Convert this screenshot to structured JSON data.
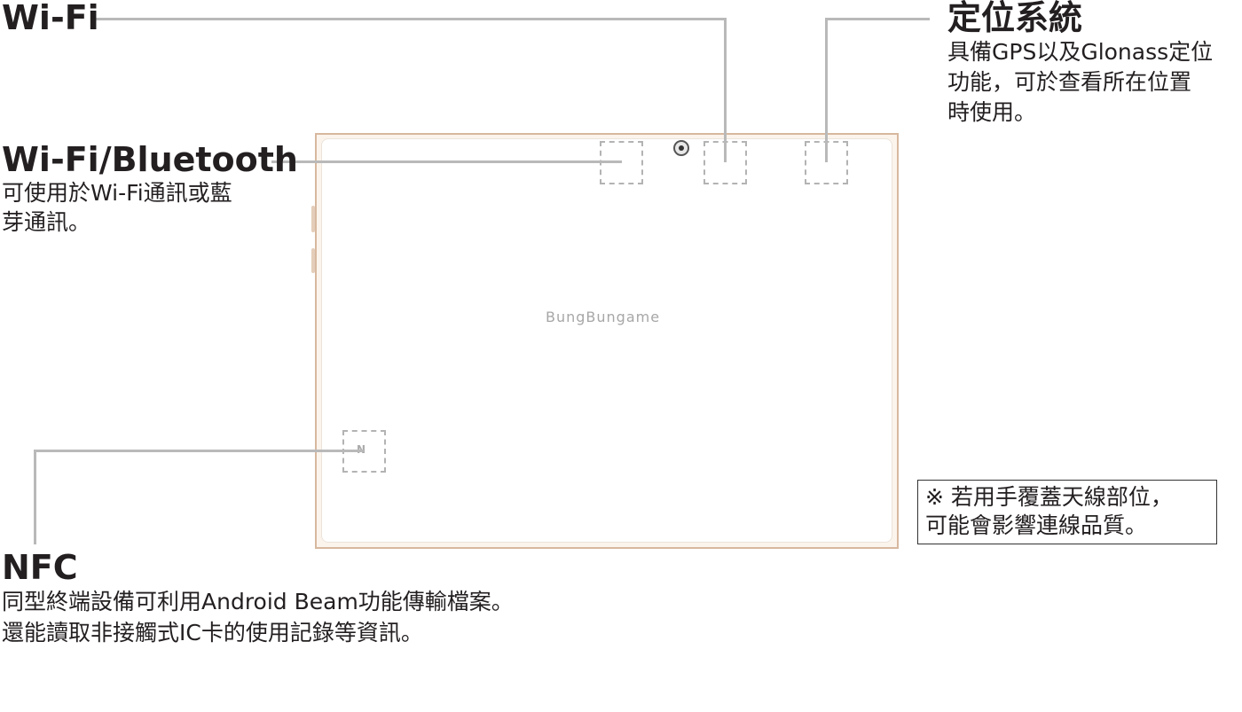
{
  "labels": {
    "wifi": {
      "title": "Wi-Fi"
    },
    "wifi_bt": {
      "title": "Wi-Fi/Bluetooth",
      "desc_lines": [
        "可使用於Wi-Fi通訊或藍",
        "芽通訊。"
      ]
    },
    "gps": {
      "title": "定位系統",
      "desc_lines": [
        "具備GPS以及Glonass定位",
        "功能，可於查看所在位置",
        "時使用。"
      ]
    },
    "nfc": {
      "title": "NFC",
      "desc_lines": [
        "同型終端設備可利用Android Beam功能傳輸檔案。",
        "還能讀取非接觸式IC卡的使用記錄等資訊。"
      ]
    }
  },
  "note": {
    "lines": [
      "※ 若用手覆蓋天線部位，",
      "可能會影響連線品質。"
    ]
  },
  "device": {
    "brand": "BungBungame",
    "nfc_mark": "N"
  },
  "colors": {
    "leader": "#b9b9b9",
    "tablet_frame": "#d7b89f",
    "text": "#231f20"
  }
}
